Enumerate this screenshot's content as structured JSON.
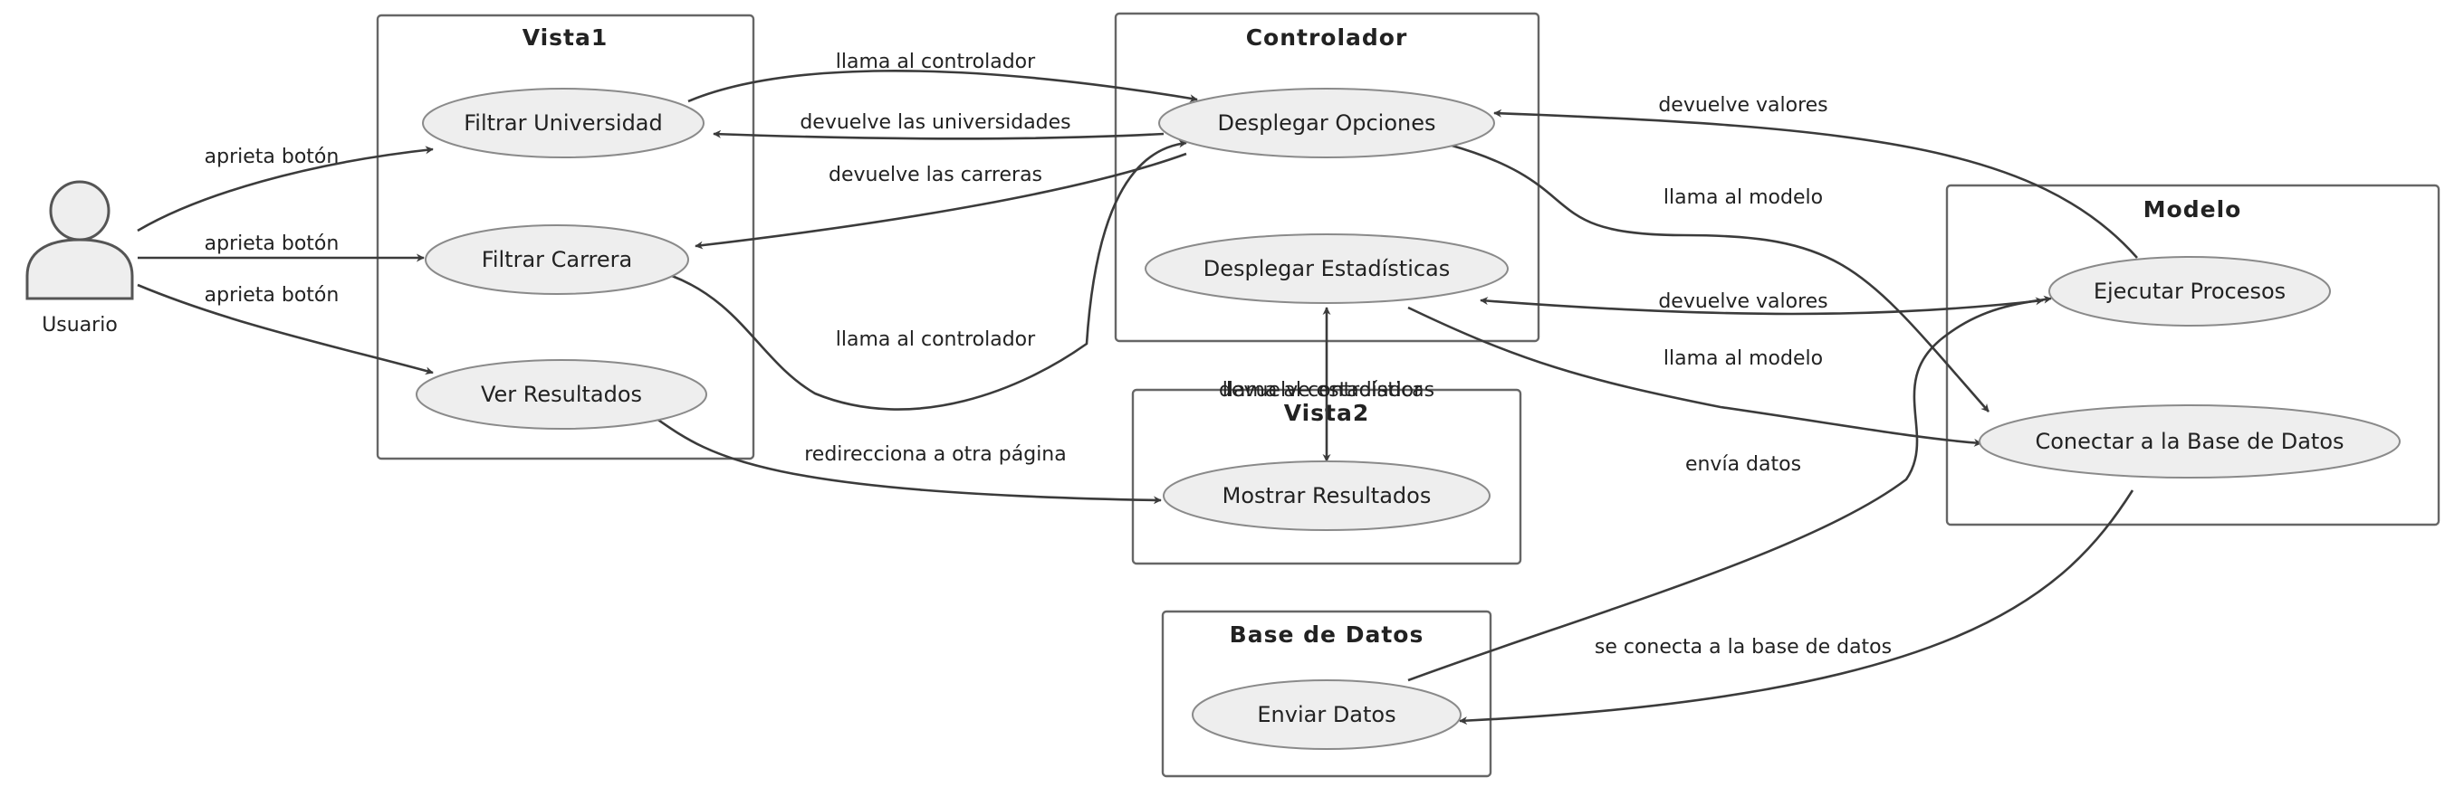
{
  "actor": {
    "label": "Usuario",
    "icon": "user-icon"
  },
  "packages": {
    "vista1": "Vista1",
    "controlador": "Controlador",
    "vista2": "Vista2",
    "modelo": "Modelo",
    "base_datos": "Base de Datos"
  },
  "use_cases": {
    "filtrar_universidad": "Filtrar Universidad",
    "filtrar_carrera": "Filtrar Carrera",
    "ver_resultados": "Ver Resultados",
    "desplegar_opciones": "Desplegar Opciones",
    "desplegar_estadisticas": "Desplegar Estadísticas",
    "mostrar_resultados": "Mostrar Resultados",
    "ejecutar_procesos": "Ejecutar Procesos",
    "conectar_bd": "Conectar a la Base de Datos",
    "enviar_datos": "Enviar Datos"
  },
  "edges": {
    "e1": "aprieta botón",
    "e2": "aprieta botón",
    "e3": "aprieta botón",
    "e4": "llama al controlador",
    "e5": "devuelve las universidades",
    "e6": "devuelve las carreras",
    "e7": "llama al controlador",
    "e8": "redirecciona a otra página",
    "e9": "devuelve valores",
    "e10": "llama al modelo",
    "e11": "devuelve valores",
    "e12": "llama al modelo",
    "e13": "envía datos",
    "e14": "se conecta a la base de datos",
    "e15": "devuelve estadísticas",
    "e16": "llama al controlador"
  }
}
